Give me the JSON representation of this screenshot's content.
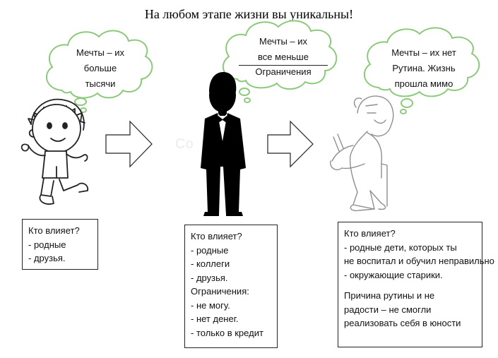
{
  "title": "На любом этапе жизни вы уникальны!",
  "colors": {
    "cloud_stroke": "#8cc97a",
    "outline": "#222222",
    "figure": "#000000"
  },
  "icons": [
    "child-icon",
    "man-in-suit-icon",
    "old-man-icon",
    "arrow-right-icon"
  ],
  "clouds": {
    "child": {
      "lines": [
        "Мечты – их",
        "больше",
        "тысячи"
      ]
    },
    "adult": {
      "lines": [
        "Мечты – их",
        "все меньше"
      ],
      "after_separator": "Ограничения"
    },
    "elder": {
      "lines": [
        "Мечты – их нет",
        "Рутина. Жизнь",
        "прошла мимо"
      ]
    }
  },
  "boxes": {
    "child": {
      "lines": [
        "Кто влияет?",
        "- родные",
        "- друзья."
      ]
    },
    "adult": {
      "lines": [
        "Кто влияет?",
        "- родные",
        "- коллеги",
        "- друзья.",
        "Ограничения:",
        "- не могу.",
        "- нет денег.",
        "- только в кредит"
      ]
    },
    "elder": {
      "lines": [
        "Кто влияет?",
        "- родные дети, которых ты",
        "не воспитал и обучил неправильно",
        "- окружающие старики."
      ],
      "conclusion": [
        "Причина рутины и не",
        "радости – не смогли",
        "реализовать себя в юности"
      ]
    }
  }
}
